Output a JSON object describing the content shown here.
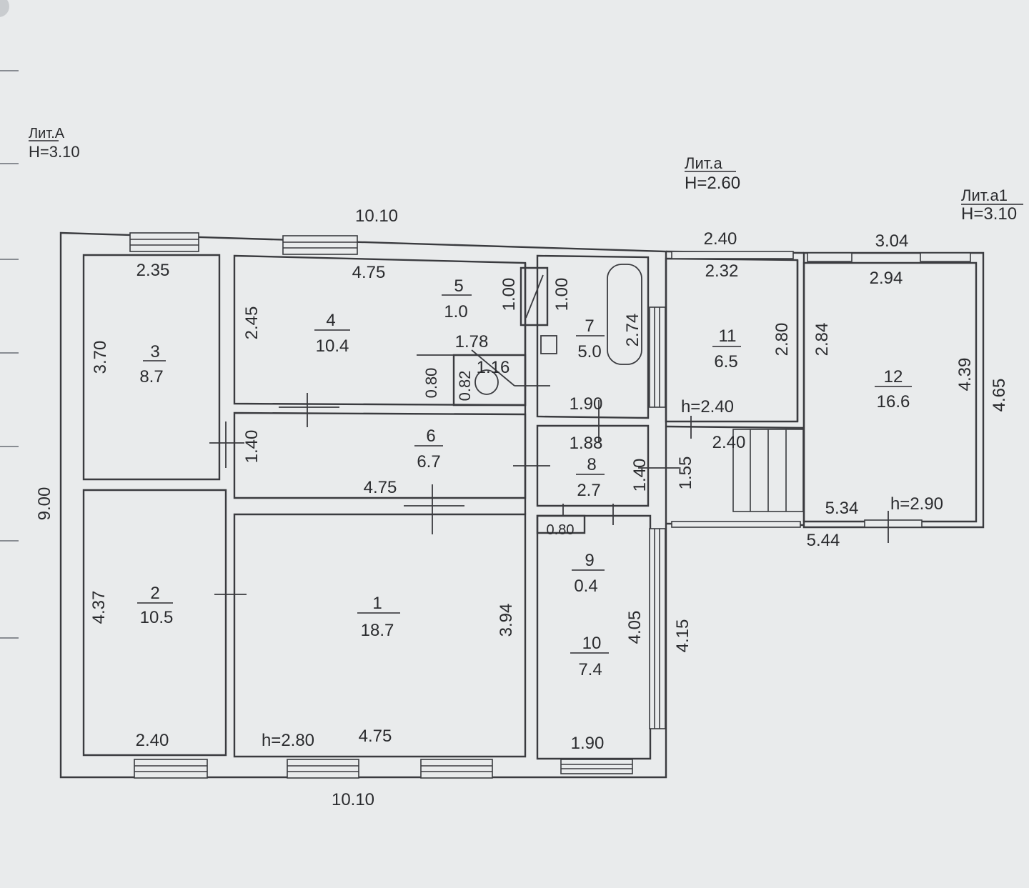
{
  "labels": {
    "lit_A": {
      "name": "Лит.А",
      "height": "Н=3.10"
    },
    "lit_a": {
      "name": "Лит.а",
      "height": "Н=2.60"
    },
    "lit_a1": {
      "name": "Лит.а1",
      "height": "Н=3.10"
    }
  },
  "rooms": [
    {
      "id": "1",
      "number": "1",
      "area": "18.7"
    },
    {
      "id": "2",
      "number": "2",
      "area": "10.5"
    },
    {
      "id": "3",
      "number": "3",
      "area": "8.7"
    },
    {
      "id": "4",
      "number": "4",
      "area": "10.4"
    },
    {
      "id": "5",
      "number": "5",
      "area": "1.0"
    },
    {
      "id": "6",
      "number": "6",
      "area": "6.7"
    },
    {
      "id": "7",
      "number": "7",
      "area": "5.0"
    },
    {
      "id": "8",
      "number": "8",
      "area": "2.7"
    },
    {
      "id": "9",
      "number": "9",
      "area": "0.4"
    },
    {
      "id": "10",
      "number": "10",
      "area": "7.4"
    },
    {
      "id": "11",
      "number": "11",
      "area": "6.5"
    },
    {
      "id": "12",
      "number": "12",
      "area": "16.6"
    }
  ],
  "dimensions": {
    "top_total": "10.10",
    "bottom_total": "10.10",
    "left_total": "9.00",
    "room3_width": "2.35",
    "room3_height": "3.70",
    "room4_width": "4.75",
    "room4_height": "2.45",
    "wc_depth": "1.78",
    "wc_width_a": "0.80",
    "wc_width_b": "0.82",
    "wc_length": "1.16",
    "room5_vent_a": "1.00",
    "room5_vent_b": "1.00",
    "room7_height": "2.74",
    "room7_width": "1.90",
    "room6_height": "1.40",
    "room6_width": "4.75",
    "room8_width": "1.88",
    "room8_height": "1.40",
    "room9_width": "0.80",
    "room2_height": "4.37",
    "room2_width": "2.40",
    "room1_height": "3.94",
    "room1_width": "4.75",
    "room1_ceiling": "h=2.80",
    "room10_height": "4.05",
    "room10_width": "1.90",
    "lit_a_outer_height": "4.15",
    "lit_a_top_outer": "2.40",
    "room11_width": "2.32",
    "room11_height": "2.80",
    "lit_a_ceiling": "h=2.40",
    "lit_a_stair_width": "2.40",
    "lit_a_side": "1.55",
    "lit_a1_top_outer": "3.04",
    "room12_width": "2.94",
    "room12_height_left": "2.84",
    "room12_height_right": "4.39",
    "lit_a1_outer_height": "4.65",
    "lit_a1_inner_length": "5.34",
    "lit_a1_ceiling": "h=2.90",
    "lit_a1_outer_length": "5.44"
  }
}
